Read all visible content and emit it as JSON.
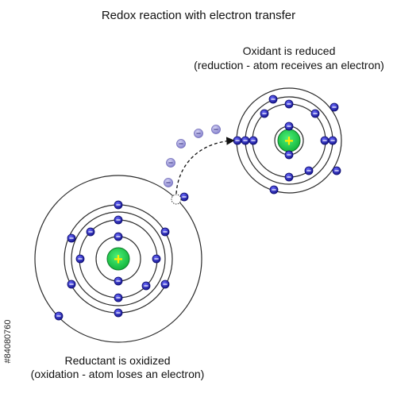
{
  "diagram": {
    "title": "Redox reaction with electron transfer",
    "oxidant": {
      "line1": "Oxidant is reduced",
      "line2": "(reduction - atom receives an electron)",
      "nucleus_sign": "+",
      "electron_sign": "−"
    },
    "reductant": {
      "line1": "Reductant is oxidized",
      "line2": "(oxidation - atom loses an electron)",
      "nucleus_sign": "+",
      "electron_sign": "−"
    },
    "side_label": "#84080760",
    "colors": {
      "orbit": "#2b2b2b",
      "nucleus": "#1fd14a",
      "plus": "#ffee00",
      "electron": "#1f1fb8",
      "moving_electron": "#9a96d8"
    }
  }
}
